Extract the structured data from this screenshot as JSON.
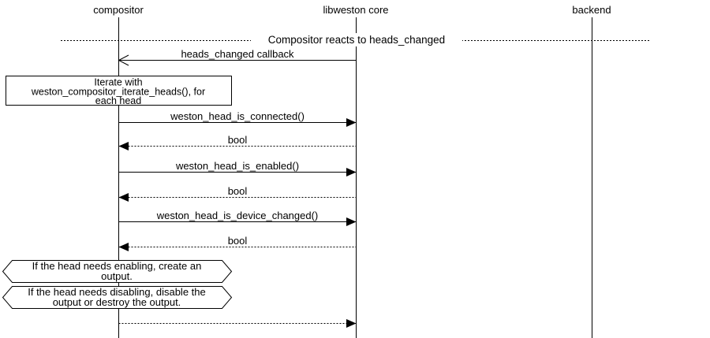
{
  "diagram": {
    "kind": "uml-sequence-diagram",
    "title": "Compositor reacts to heads_changed",
    "participants": [
      {
        "label": "compositor"
      },
      {
        "label": "libweston core"
      },
      {
        "label": "backend"
      }
    ],
    "messages": [
      {
        "label": "heads_changed callback",
        "from": "libweston core",
        "to": "compositor",
        "style": "solid-open-arrow"
      },
      {
        "label": "weston_head_is_connected()",
        "from": "compositor",
        "to": "libweston core",
        "style": "solid-filled-arrow"
      },
      {
        "label": "bool",
        "from": "libweston core",
        "to": "compositor",
        "style": "dotted-filled-arrow"
      },
      {
        "label": "weston_head_is_enabled()",
        "from": "compositor",
        "to": "libweston core",
        "style": "solid-filled-arrow"
      },
      {
        "label": "bool",
        "from": "libweston core",
        "to": "compositor",
        "style": "dotted-filled-arrow"
      },
      {
        "label": "weston_head_is_device_changed()",
        "from": "compositor",
        "to": "libweston core",
        "style": "solid-filled-arrow"
      },
      {
        "label": "bool",
        "from": "libweston core",
        "to": "compositor",
        "style": "dotted-filled-arrow"
      },
      {
        "label": "",
        "from": "compositor",
        "to": "libweston core",
        "style": "dotted-filled-arrow"
      }
    ],
    "note": {
      "lines": [
        "Iterate with",
        "weston_compositor_iterate_heads(), for",
        "each head"
      ]
    },
    "conditions": [
      {
        "lines": [
          "If the head needs enabling,  create an",
          "output."
        ]
      },
      {
        "lines": [
          "If the head needs disabling,  disable the",
          "output or destroy the output."
        ]
      }
    ],
    "colors": {
      "foreground": "#000000",
      "background": "#ffffff"
    }
  }
}
